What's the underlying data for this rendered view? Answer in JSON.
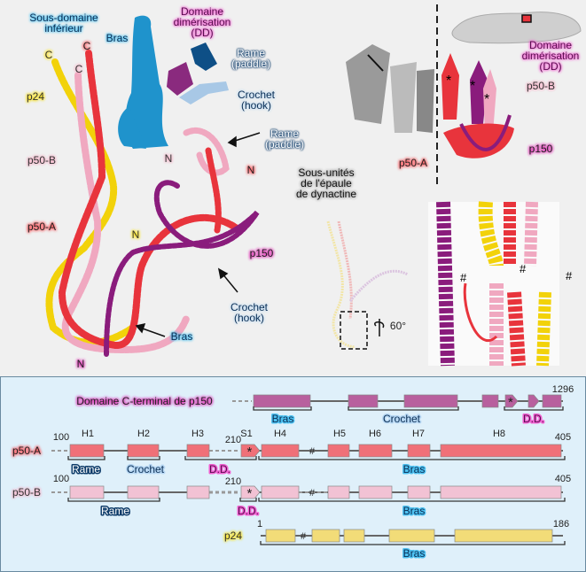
{
  "structure_panel": {
    "lower_subdomain": "Sous-domaine\ninférieur",
    "arm": "Bras",
    "dd_top": "Domaine\ndimérisation\n(DD)",
    "paddle_1": "Rame\n(paddle)",
    "hook_1": "Crochet\n(hook)",
    "paddle_2": "Rame\n(paddle)",
    "hook_2": "Crochet\n(hook)",
    "arm_2": "Bras",
    "chains": {
      "p24": "p24",
      "p50b": "p50-B",
      "p50a": "p50-A",
      "p150": "p150"
    },
    "termini": {
      "c": "C",
      "n": "N"
    },
    "shoulder": "Sous-unités\nde l'épaule\nde dynactine",
    "dd_right": "Domaine\ndimérisation\n(DD)",
    "right_p50b": "p50-B",
    "right_p150": "p150",
    "right_p50a": "p50-A",
    "rotation": "60°",
    "star": "*",
    "hash": "#"
  },
  "domain_panel": {
    "p150": {
      "label": "Domaine C-terminal de p150",
      "end": "1296",
      "regions": [
        "Bras",
        "Crochet",
        "D.D."
      ]
    },
    "p50a": {
      "label": "p50-A",
      "start": "100",
      "end": "405",
      "s1_start": "210",
      "elements": [
        "H1",
        "H2",
        "H3",
        "S1",
        "H4",
        "H5",
        "H6",
        "H7",
        "H8"
      ],
      "regions": [
        "Rame",
        "Crochet",
        "D.D.",
        "Bras"
      ]
    },
    "p50b": {
      "label": "p50-B",
      "start": "100",
      "end": "405",
      "s1_start": "210",
      "regions": [
        "Rame",
        "D.D.",
        "Bras"
      ]
    },
    "p24": {
      "label": "p24",
      "start": "1",
      "end": "186",
      "regions": [
        "Bras"
      ]
    }
  },
  "colors": {
    "p150": "#b8609e",
    "p50a": "#f07078",
    "p50b": "#f2c2d4",
    "p24": "#f2dc78",
    "panel_bg": "#dff0fa"
  }
}
